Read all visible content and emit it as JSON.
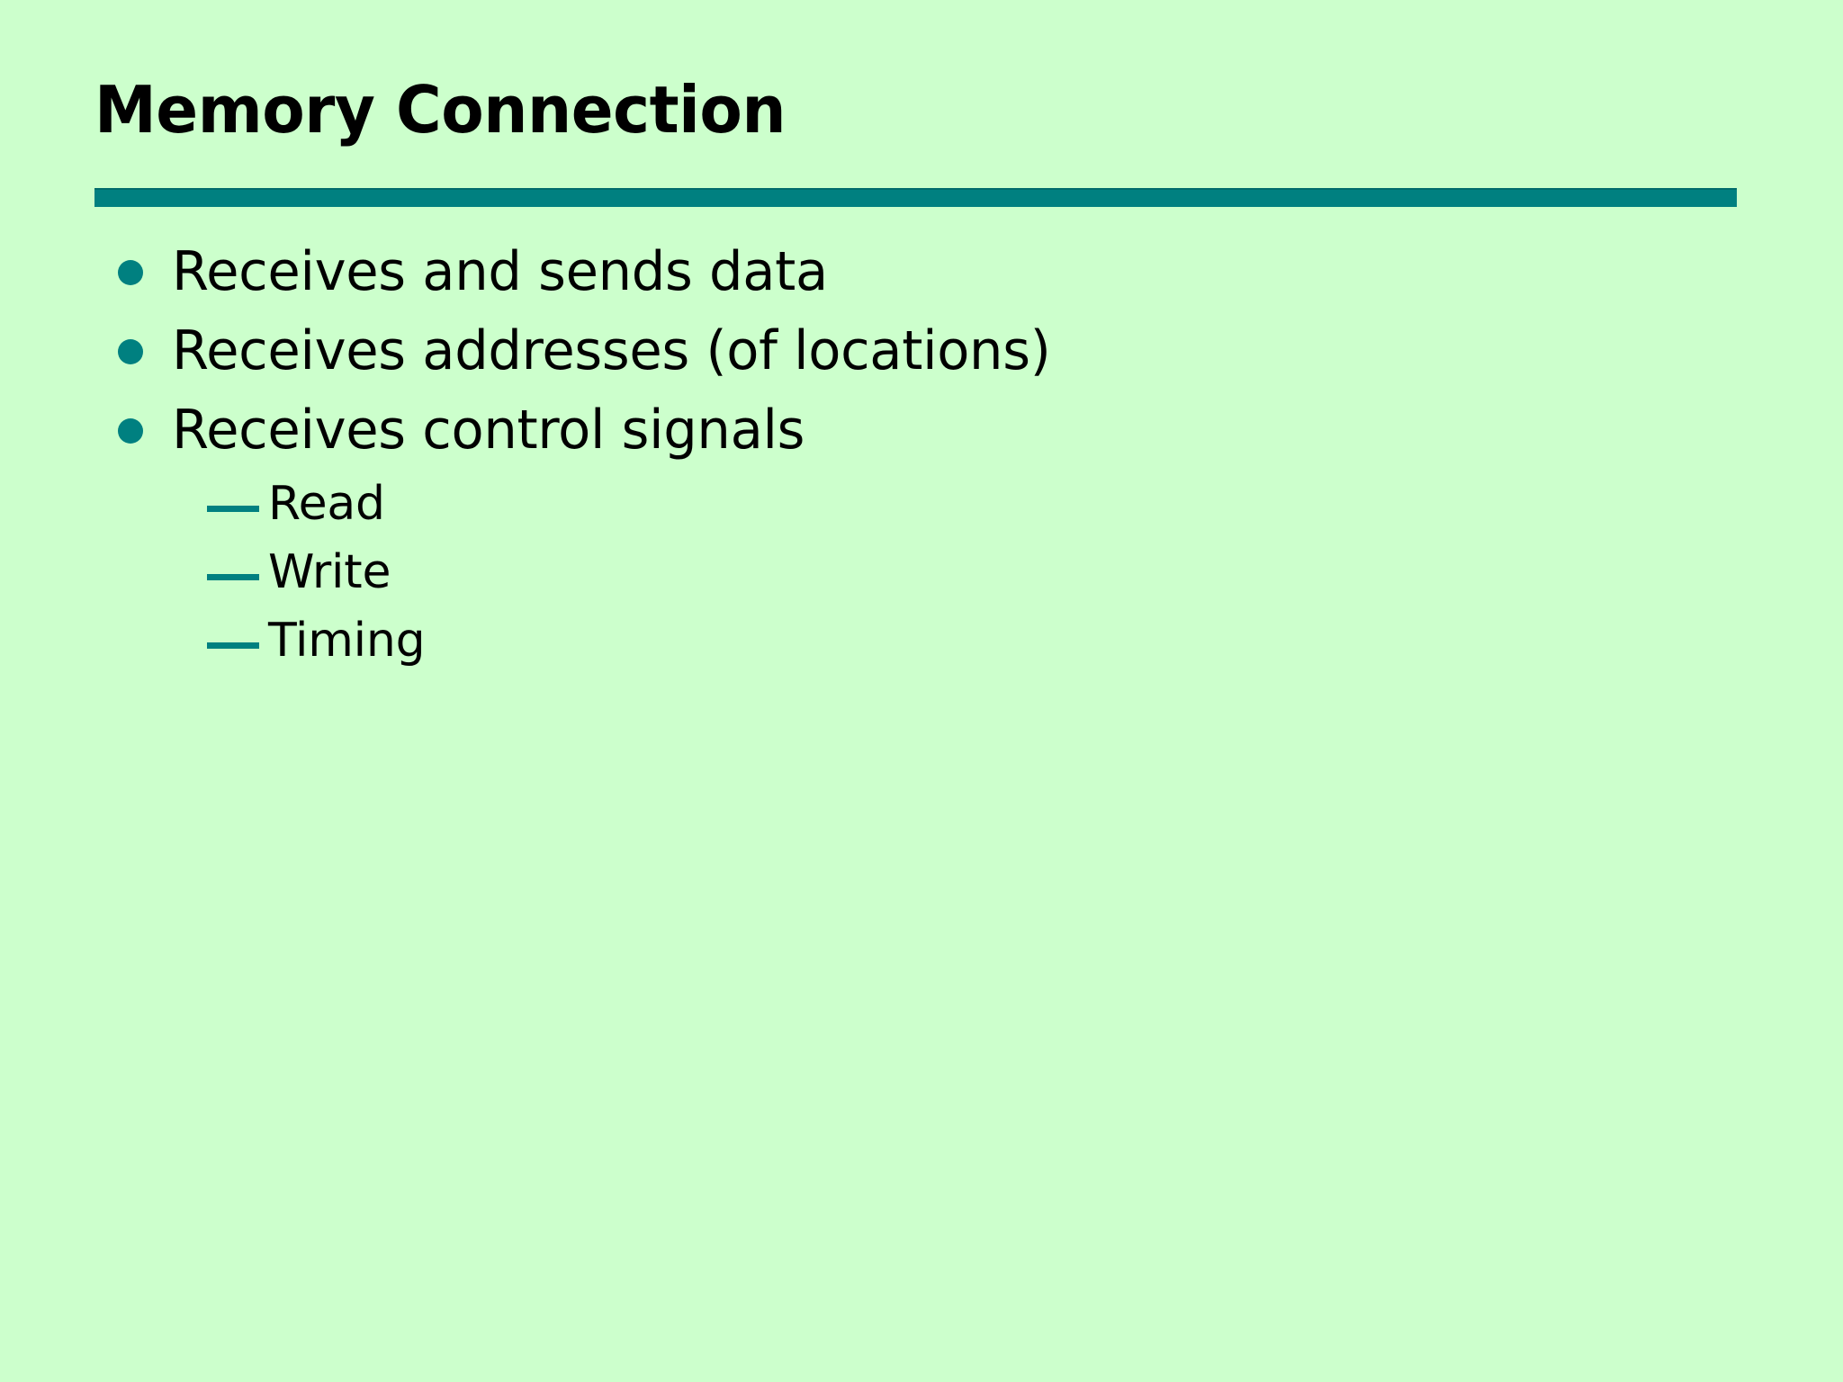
{
  "slide": {
    "background_color": "#CCFFCC",
    "accent_color": "#008080",
    "text_color": "#000000",
    "title": "Memory Connection",
    "bullets": [
      {
        "label": "Receives and sends data",
        "marker": "bullet-dot-icon"
      },
      {
        "label": "Receives addresses (of locations)",
        "marker": "bullet-dot-icon"
      },
      {
        "label": "Receives control signals",
        "marker": "bullet-dot-icon"
      }
    ],
    "sub_bullets": [
      {
        "label": "Read",
        "marker": "em-dash-icon"
      },
      {
        "label": "Write",
        "marker": "em-dash-icon"
      },
      {
        "label": "Timing",
        "marker": "em-dash-icon"
      }
    ]
  }
}
